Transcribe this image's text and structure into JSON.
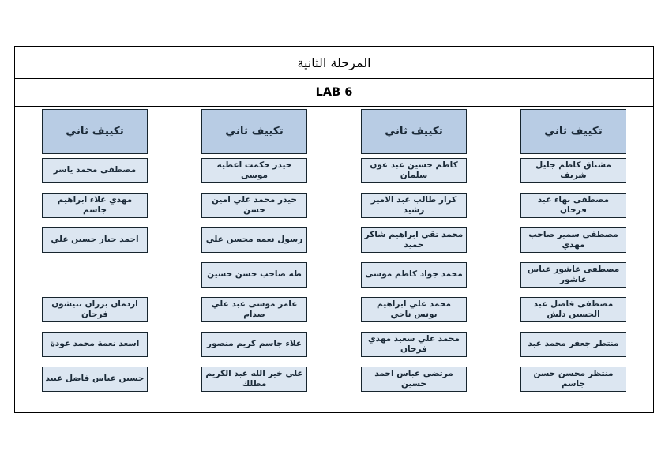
{
  "document": {
    "title": "المرحلة الثانية",
    "subtitle": "LAB 6"
  },
  "colors": {
    "header_fill": "#b8cce4",
    "cell_fill": "#dce6f1",
    "border": "#17252e",
    "text": "#1b2a38",
    "page_background": "#ffffff"
  },
  "columns": [
    {
      "header": "تكييف ثاني",
      "names": [
        "مشتاق كاظم جليل شريف",
        "مصطفى بهاء عبد فرحان",
        "مصطفى سمير صاحب مهدي",
        "مصطفى عاشور عباس عاشور",
        "مصطفى فاضل عبد الحسين دلش",
        "منتظر جعفر محمد عبد",
        "منتظر محسن حسن جاسم"
      ]
    },
    {
      "header": "تكييف ثاني",
      "names": [
        "كاظم حسين عبد عون سلمان",
        "كرار طالب عبد الامير رشيد",
        "محمد تقي ابراهيم شاكر حميد",
        "محمد جواد كاظم موسى",
        "محمد علي ابراهيم يونس ناجي",
        "محمد علي سعيد مهدي فرحان",
        "مرتضى عباس احمد حسين"
      ]
    },
    {
      "header": "تكييف ثاني",
      "names": [
        "حيدر حكمت اعطيه موسى",
        "حيدر محمد علي امين حسن",
        "رسول نعمه محسن علي",
        "طه صاحب حسن حسين",
        "عامر موسى عبد علي صدام",
        "علاء جاسم كريم منصور",
        "علي خير الله عبد الكريم مطلك"
      ]
    },
    {
      "header": "تكييف ثاني",
      "names": [
        "مصطفى محمد ياسر",
        "مهدي علاء ابراهيم جاسم",
        "احمد جبار حسين علي",
        "",
        "اردمان برزان نتيشون فرحان",
        "اسعد نعمة محمد عودة",
        "حسين عباس فاضل عبيد"
      ]
    }
  ]
}
